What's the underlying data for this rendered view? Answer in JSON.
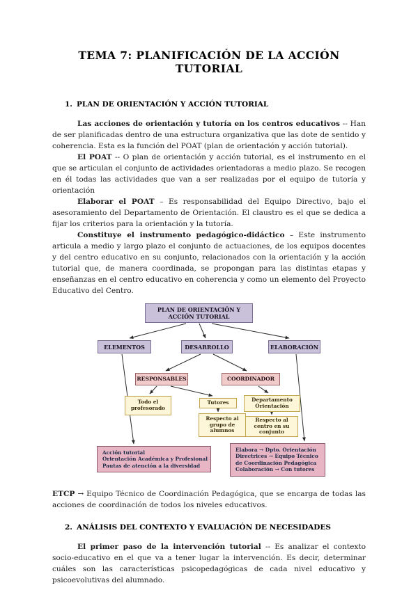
{
  "doc": {
    "title": "TEMA 7: PLANIFICACIÓN DE LA ACCIÓN TUTORIAL",
    "section1": {
      "number": "1.",
      "heading": "PLAN DE ORIENTACIÓN Y ACCIÓN TUTORIAL",
      "paragraphs": [
        {
          "lead": "Las acciones de orientación y tutoría en los centros educativos",
          "rest": " -- Han de ser planificadas dentro de una estructura organizativa que las dote de sentido y coherencia. Esta es la función del POAT (plan de orientación y acción tutorial)."
        },
        {
          "lead": "El POAT",
          "rest": " -- O plan de orientación y acción tutorial, es el instrumento en el que se articulan el conjunto de actividades orientadoras a medio plazo. Se recogen en él todas las actividades que van a ser realizadas por el equipo de tutoría y orientación"
        },
        {
          "lead": "Elaborar el POAT",
          "rest": " – Es responsabilidad del Equipo Directivo, bajo el asesoramiento del Departamento de Orientación. El claustro es el que se dedica a fijar los criterios para la orientación y la tutoría."
        },
        {
          "lead": "Constituye el instrumento pedagógico-didáctico",
          "rest": " – Este instrumento articula a medio y largo plazo el conjunto de actuaciones, de los equipos docentes y del centro educativo en su conjunto, relacionados con la orientación y la acción tutorial que, de manera coordinada, se propongan para las distintas etapas y enseñanzas en el centro educativo en coherencia y como un elemento del Proyecto Educativo del Centro."
        }
      ]
    },
    "etcp": {
      "lead": "ETCP",
      "rest": " → Equipo Técnico de Coordinación Pedagógica, que se encarga de todas las acciones de coordinación de todos los niveles educativos."
    },
    "section2": {
      "number": "2.",
      "heading": "ANÁLISIS DEL CONTEXTO Y EVALUACIÓN DE NECESIDADES",
      "paragraphs": [
        {
          "lead": "El primer paso de la intervención tutorial",
          "rest": " -- Es analizar el contexto socio-educativo en el que va a tener lugar la intervención. Es decir, determinar cuáles son las características psicopedagógicas de cada nivel educativo y psicoevolutivas del alumnado."
        }
      ]
    }
  },
  "diagram": {
    "root": "PLAN DE ORIENTACIÓN Y ACCIÓN TUTORIAL",
    "elementos": "ELEMENTOS",
    "desarrollo": "DESARROLLO",
    "elaboracion": "ELABORACIÓN",
    "responsables": "RESPONSABLES",
    "coordinador": "COORDINADOR",
    "todo_profesorado": "Todo el profesorado",
    "tutores": "Tutores",
    "respecto_grupo": "Respecto al grupo de alumnos",
    "dpto_orientacion": "Departamento Orientación",
    "respecto_centro": "Respecto al centro en su conjunto",
    "elementos_detail": [
      "Acción tutorial",
      "Orientación Académica y Profesional",
      "Pautas de atención a la diversidad"
    ],
    "elaboracion_detail": [
      "Elabora → Dpto. Orientación",
      "Directrices → Equipo Técnico",
      "de Coordinación Pedagógica",
      "Colaboración → Con tutores"
    ]
  },
  "colors": {
    "lavender": "#c9c0da",
    "pink": "#f0cbca",
    "rose": "#e7b5c4",
    "yellow": "#fdf6d8"
  }
}
